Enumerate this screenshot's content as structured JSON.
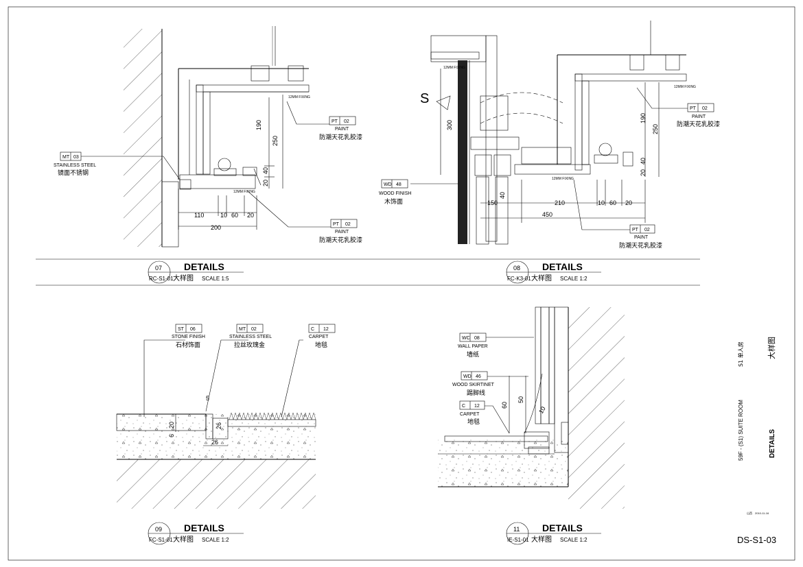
{
  "sheet": {
    "number": "DS-S1-03",
    "side_title_cn": "大样图",
    "side_title_en": "DETAILS",
    "side_project_en": "59F - (S1) SUITE ROOM",
    "side_project_cn": "S1 单人房",
    "side_small_name": "山西",
    "side_small_date": "2010-11-16"
  },
  "details": [
    {
      "num": "07",
      "ref": "RC-S1-01",
      "title": "DETAILS",
      "title_cn": "大样图",
      "scale": "SCALE  1:5",
      "tags": [
        {
          "code": "MT",
          "num": "03",
          "en": "STAINLESS STEEL",
          "cn": "镜面不锈钢"
        },
        {
          "code": "PT",
          "num": "02",
          "en": "PAINT",
          "cn": "防潮天花乳胶漆"
        },
        {
          "code": "PT",
          "num": "02",
          "en": "PAINT",
          "cn": "防潮天花乳胶漆"
        }
      ],
      "dims": [
        "190",
        "250",
        "40",
        "20",
        "110",
        "10",
        "60",
        "20",
        "200"
      ],
      "notes": [
        "12MM FIXING",
        "12MM FIXING"
      ]
    },
    {
      "num": "08",
      "ref": "FC-K3-01",
      "title": "DETAILS",
      "title_cn": "大样图",
      "scale": "SCALE  1:2",
      "section_mark": "S",
      "tags": [
        {
          "code": "WD",
          "num": "48",
          "en": "WOOD FINISH",
          "cn": "木饰面"
        },
        {
          "code": "PT",
          "num": "02",
          "en": "PAINT",
          "cn": "防潮天花乳胶漆"
        },
        {
          "code": "PT",
          "num": "02",
          "en": "PAINT",
          "cn": "防潮天花乳胶漆"
        }
      ],
      "dims": [
        "300",
        "190",
        "250",
        "40",
        "20",
        "150",
        "40",
        "210",
        "10",
        "60",
        "20",
        "450"
      ],
      "notes": [
        "12MM FIXING",
        "12MM FIXING",
        "12MM FIXING"
      ]
    },
    {
      "num": "09",
      "ref": "FC-S1-01",
      "title": "DETAILS",
      "title_cn": "大样图",
      "scale": "SCALE  1:2",
      "tags": [
        {
          "code": "ST",
          "num": "06",
          "en": "STONE FINISH",
          "cn": "石材饰面"
        },
        {
          "code": "MT",
          "num": "02",
          "en": "STAINLESS STEEL",
          "cn": "拉丝玫瑰金"
        },
        {
          "code": "C",
          "num": "12",
          "en": "CARPET",
          "cn": "地毯"
        }
      ],
      "dims": [
        "5",
        "20",
        "6",
        "26",
        "26"
      ]
    },
    {
      "num": "11",
      "ref": "IE-S1-01",
      "title": "DETAILS",
      "title_cn": "大样图",
      "scale": "SCALE  1:2",
      "tags": [
        {
          "code": "WC",
          "num": "08",
          "en": "WALL PAPER",
          "cn": "墙纸"
        },
        {
          "code": "WD",
          "num": "46",
          "en": "WOOD SKIRTINET",
          "cn": "踢脚线"
        },
        {
          "code": "C",
          "num": "12",
          "en": "CARPET",
          "cn": "地毯"
        }
      ],
      "dims": [
        "60",
        "50",
        "10"
      ]
    }
  ],
  "colors": {
    "line": "#000000",
    "paper": "#ffffff"
  }
}
